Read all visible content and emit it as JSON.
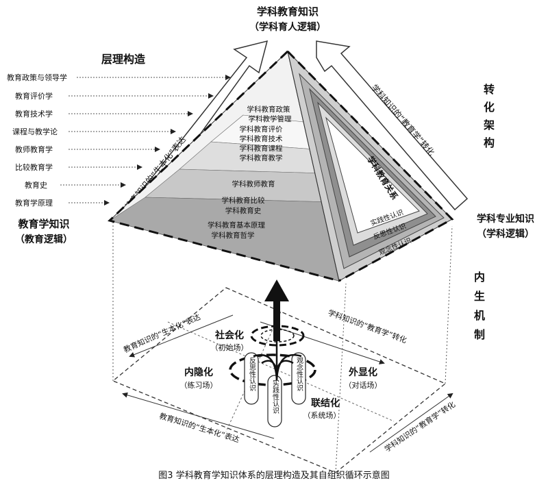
{
  "top": {
    "title": "学科教育知识",
    "subtitle": "（学科育人逻辑）"
  },
  "left_side": {
    "heading": "层理构造",
    "disciplines": [
      "教育政策与领导学",
      "教育评价学",
      "教育技术学",
      "课程与教学论",
      "教师教育学",
      "比较教育学",
      "教育史",
      "教育学原理"
    ],
    "title": "教育学知识",
    "subtitle": "（教育逻辑）",
    "arrow_label": "教育知识的“生本化”表达"
  },
  "right_side": {
    "heading": [
      "转",
      "化",
      "架",
      "构"
    ],
    "title": "学科专业知识",
    "subtitle": "（学科逻辑）",
    "arrow_label": "学科知识的“教育学”转化",
    "mechanism": [
      "内",
      "生",
      "机",
      "制"
    ]
  },
  "pyramid": {
    "layers": [
      [
        "学科教育政策",
        "学科教学管理"
      ],
      [
        "学科教育评价",
        "学科教育技术",
        "学科教育课程",
        "学科教育教学"
      ],
      [
        "学科教师教育"
      ],
      [
        "学科教育比较",
        "学科教育史"
      ],
      [
        "学科教育基本原理",
        "学科教育哲学"
      ]
    ],
    "side_title": "学科教育关系",
    "side_levels": [
      "实践性认识",
      "反思性认识",
      "观念性认识"
    ]
  },
  "base": {
    "top_label": "学科知识的“教育学”转化",
    "left_label": "教育知识的“生本化”表达",
    "bottom_left_label": "教育知识的“生本化”表达",
    "bottom_right_label": "学科知识的“教育学”转化",
    "quadrants": [
      {
        "name": "社会化",
        "sub": "（初始场）"
      },
      {
        "name": "内隐化",
        "sub": "（练习场）"
      },
      {
        "name": "外显化",
        "sub": "（对话场）"
      },
      {
        "name": "联结化",
        "sub": "（系统场）"
      }
    ],
    "capsules": [
      "反思性认识",
      "实践性认识",
      "观念性认识"
    ]
  },
  "caption": "图3  学科教育学知识体系的层理构造及其自组织循环示意图"
}
